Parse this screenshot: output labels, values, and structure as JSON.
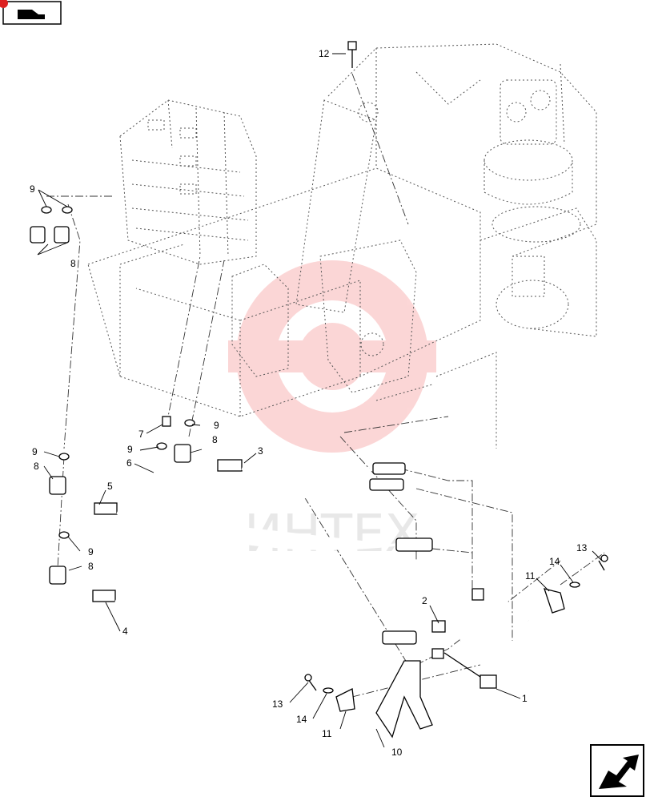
{
  "watermark": {
    "text": "ИНТЕХ",
    "color": "#f04a4a"
  },
  "icons": {
    "top_left": "book-page-icon",
    "bottom_right": "next-page-arrow-icon"
  },
  "callouts": {
    "c1": "1",
    "c2": "2",
    "c3": "3",
    "c4": "4",
    "c5": "5",
    "c6": "6",
    "c7": "7",
    "c8a": "8",
    "c8b": "8",
    "c8c": "8",
    "c8d": "8",
    "c9a": "9",
    "c9b": "9",
    "c9c": "9",
    "c9d": "9",
    "c9e": "9",
    "c10": "10",
    "c11a": "11",
    "c11b": "11",
    "c12": "12",
    "c13a": "13",
    "c13b": "13",
    "c14a": "14",
    "c14b": "14"
  }
}
